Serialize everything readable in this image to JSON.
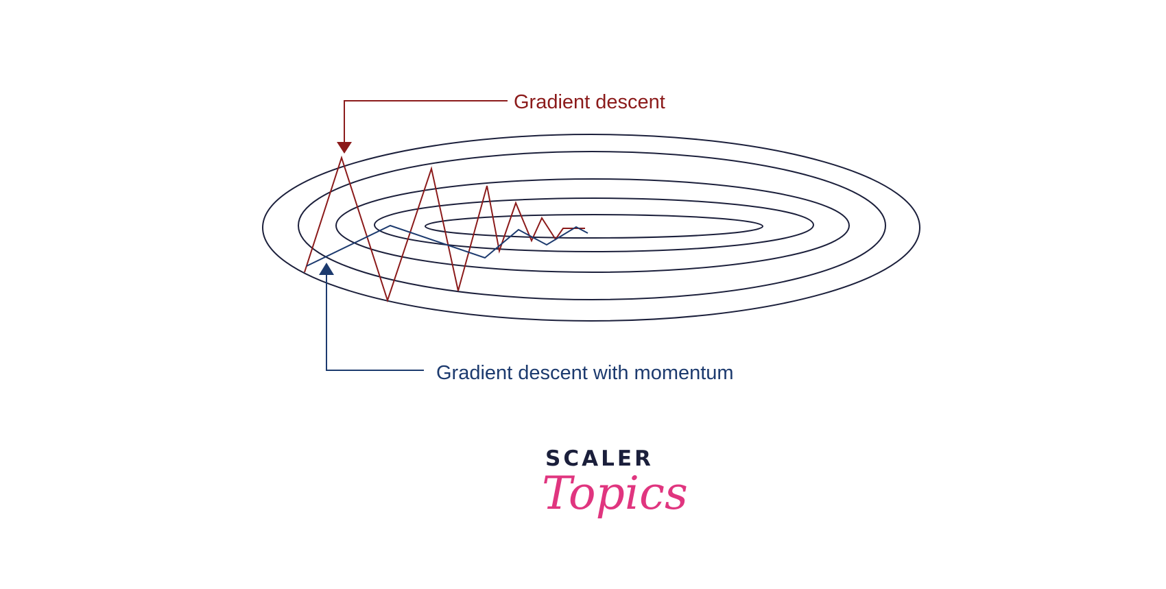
{
  "labels": {
    "gradient_descent": "Gradient descent",
    "gradient_descent_momentum": "Gradient descent with momentum"
  },
  "logo": {
    "wordmark": "SCALER",
    "script": "Topics"
  },
  "colors": {
    "background": "#ffffff",
    "contour": "#1b1f3b",
    "gradient_descent": "#8b1a1a",
    "momentum": "#1c3a6e",
    "logo_wordmark": "#1b1f3b",
    "logo_script": "#e0357f"
  }
}
